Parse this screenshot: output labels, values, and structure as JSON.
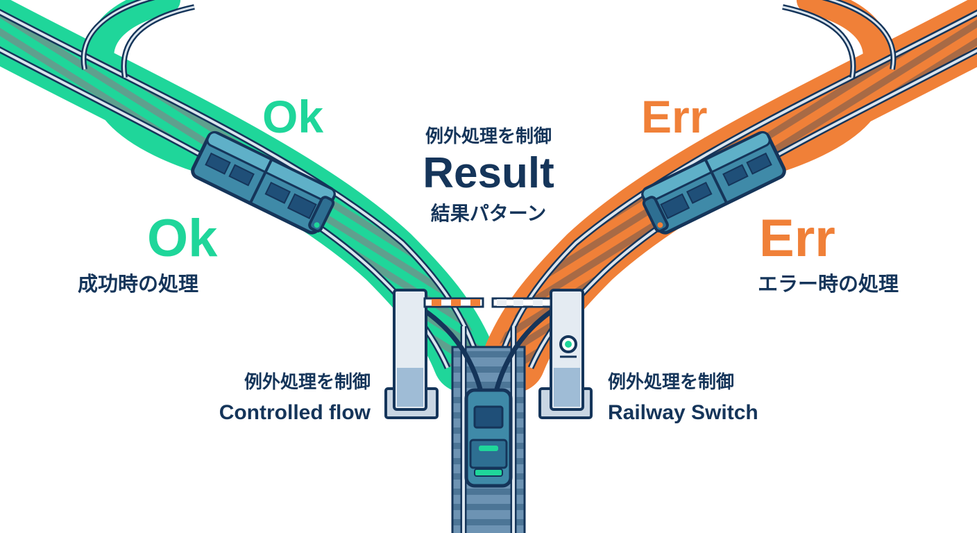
{
  "center": {
    "top_caption": "例外処理を制御",
    "title": "Result",
    "subtitle": "結果パターン"
  },
  "ok_branch": {
    "upper_label": "Ok",
    "label": "Ok",
    "caption": "成功時の処理"
  },
  "err_branch": {
    "upper_label": "Err",
    "label": "Err",
    "caption": "エラー時の処理"
  },
  "left_note": {
    "jp": "例外処理を制御",
    "en": "Controlled flow"
  },
  "right_note": {
    "jp": "例外処理を制御",
    "en": "Railway Switch"
  },
  "colors": {
    "ok": "#1fd69a",
    "err": "#f08038",
    "navy": "#15355a",
    "track_blue": "#5b86a8",
    "train_body": "#3f8aa8"
  },
  "icons": [
    "train-icon",
    "railway-switch-icon",
    "signal-light-icon",
    "barrier-gate-icon"
  ]
}
